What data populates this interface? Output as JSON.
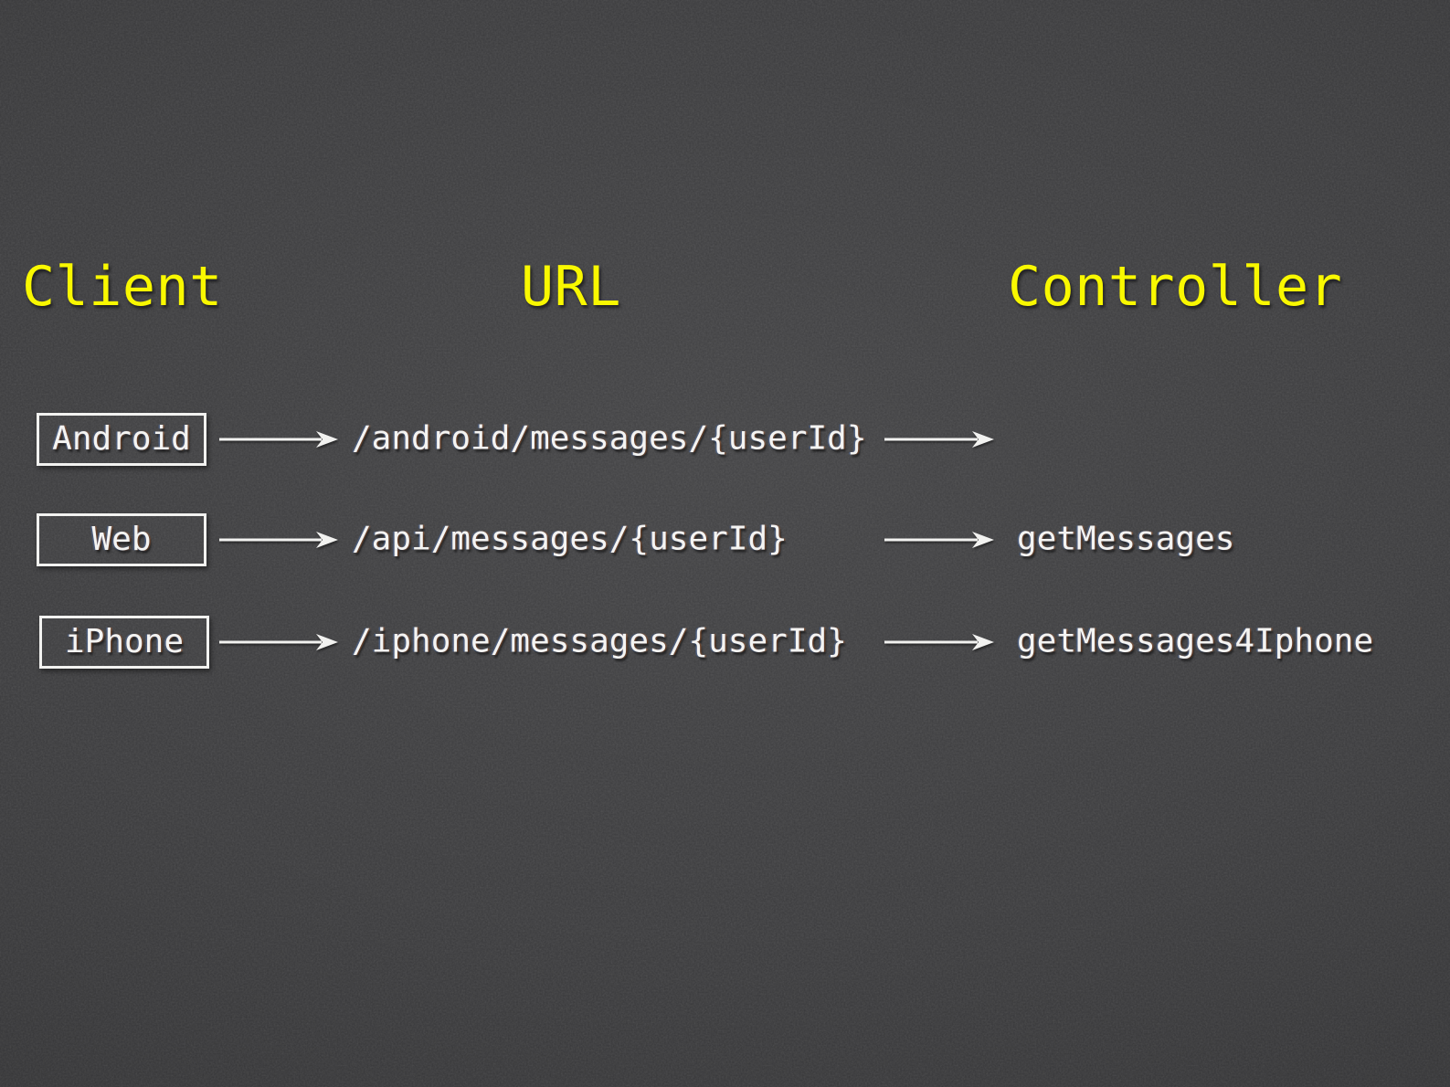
{
  "slide": {
    "headers": {
      "client": "Client",
      "url": "URL",
      "controller": "Controller"
    },
    "rows": [
      {
        "client": "Android",
        "url": "/android/messages/{userId}",
        "controller": ""
      },
      {
        "client": "Web",
        "url": "/api/messages/{userId}",
        "controller": "getMessages"
      },
      {
        "client": "iPhone",
        "url": "/iphone/messages/{userId}",
        "controller": "getMessages4Iphone"
      }
    ],
    "colors": {
      "background": "#3b3b3d",
      "header_yellow": "#f9f800",
      "text_white": "#f4f4f2"
    }
  }
}
